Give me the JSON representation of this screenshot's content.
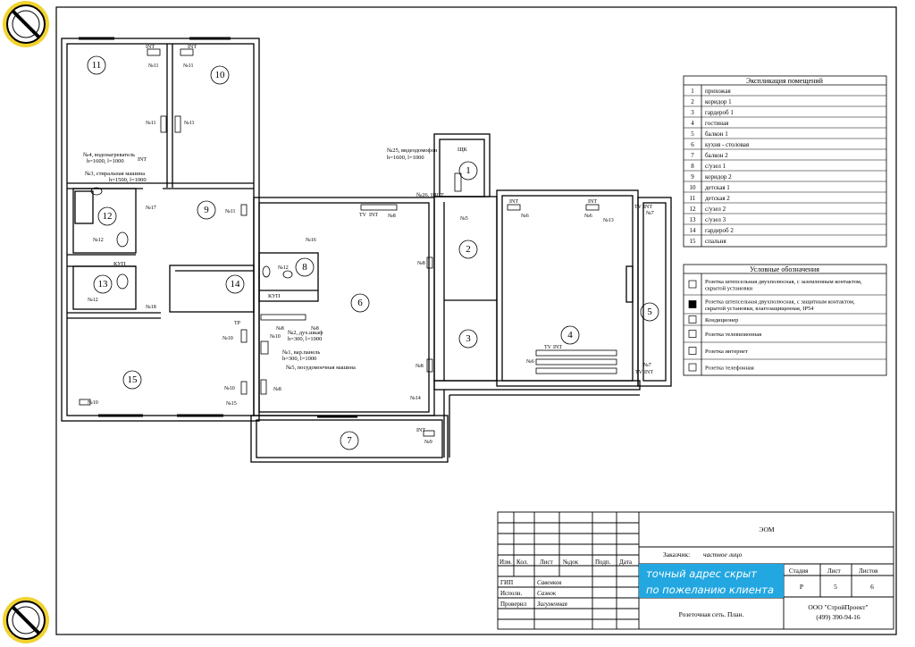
{
  "plan": {
    "rooms": [
      {
        "num": "1"
      },
      {
        "num": "2"
      },
      {
        "num": "3"
      },
      {
        "num": "4"
      },
      {
        "num": "5"
      },
      {
        "num": "6"
      },
      {
        "num": "7"
      },
      {
        "num": "8"
      },
      {
        "num": "9"
      },
      {
        "num": "10"
      },
      {
        "num": "11"
      },
      {
        "num": "12"
      },
      {
        "num": "13"
      },
      {
        "num": "14"
      },
      {
        "num": "15"
      }
    ],
    "labels": {
      "intercom": "№25, видеодомофон",
      "intercom_h": "h=1600, l=1000",
      "shchk": "ЩК",
      "shchk_code": "№26, ЩСТ",
      "heater": "№4, водонагреватель",
      "heater_h": "h=1600, l=1000",
      "washer": "№3, стиральная машина",
      "washer_h": "h=1500, l=1000",
      "cabinet": "№2, дух.шкаф",
      "cabinet_h": "h=300, l=1000",
      "hob": "№1, вар.панель",
      "hob_h": "h=300, l=1000",
      "dishwasher": "№5, посудомоечная машина",
      "kup1": "КУП",
      "kup2": "КУП",
      "kup3": "КУП"
    },
    "sockets": [
      "№11",
      "№11",
      "№11",
      "№11",
      "№17",
      "№11",
      "№8",
      "№6",
      "№6",
      "№13",
      "№7",
      "№12",
      "№16",
      "№12",
      "№8",
      "№18",
      "№12",
      "№10",
      "№10",
      "№10",
      "№15",
      "№10",
      "№8",
      "№8",
      "№8",
      "№8",
      "№14",
      "№9",
      "№6",
      "№7",
      "№5"
    ],
    "type_labels": {
      "int": "INT",
      "tv": "TV",
      "tp": "TP"
    }
  },
  "explication": {
    "title": "Экспликация помещений",
    "rows": [
      {
        "n": "1",
        "name": "прихожая"
      },
      {
        "n": "2",
        "name": "коридор 1"
      },
      {
        "n": "3",
        "name": "гардероб 1"
      },
      {
        "n": "4",
        "name": "гостиная"
      },
      {
        "n": "5",
        "name": "балкон 1"
      },
      {
        "n": "6",
        "name": "кухня - столовая"
      },
      {
        "n": "7",
        "name": "балкон 2"
      },
      {
        "n": "8",
        "name": "с/узел 1"
      },
      {
        "n": "9",
        "name": "коридор 2"
      },
      {
        "n": "10",
        "name": "детская 1"
      },
      {
        "n": "11",
        "name": "детская 2"
      },
      {
        "n": "12",
        "name": "с/узел 2"
      },
      {
        "n": "13",
        "name": "с/узел 3"
      },
      {
        "n": "14",
        "name": "гардероб 2"
      },
      {
        "n": "15",
        "name": "спальня"
      }
    ]
  },
  "legend": {
    "title": "Условные обозначения",
    "rows": [
      {
        "text1": "Розетка штепсельная двухполюсная, с заземленным контактом,",
        "text2": "скрытой установки"
      },
      {
        "text1": "Розетка штепсельная двухполюсная, с защитным контактом,",
        "text2": "скрытой установки, влагозащищенная, IP54"
      },
      {
        "text1": "Кондиционер",
        "text2": ""
      },
      {
        "text1": "Розетка телевизионная",
        "text2": ""
      },
      {
        "text1": "Розетка интернет",
        "text2": ""
      },
      {
        "text1": "Розетка телефонная",
        "text2": ""
      }
    ]
  },
  "titleblock": {
    "code": "ЭОМ",
    "customer_label": "Заказчик:",
    "customer_value": "частное лицо",
    "address_line1": "точный адрес скрыт",
    "address_line2": "по пожеланию клиента",
    "col_headers": [
      "Изм.",
      "Кол.",
      "Лист",
      "№док",
      "Подп.",
      "Дата"
    ],
    "roles": [
      {
        "role": "ГИП",
        "name": "Савенков"
      },
      {
        "role": "Исполн.",
        "name": "Сазнок"
      },
      {
        "role": "Проверил",
        "name": "Загуменная"
      }
    ],
    "stage_label": "Стадия",
    "sheet_label": "Лист",
    "sheets_label": "Листов",
    "stage_value": "Р",
    "sheet_value": "5",
    "sheets_value": "6",
    "drawing_name": "Розеточная сеть. План.",
    "company": "ООО \"СтройПроект\"",
    "phone": "(499) 390-94-16"
  }
}
